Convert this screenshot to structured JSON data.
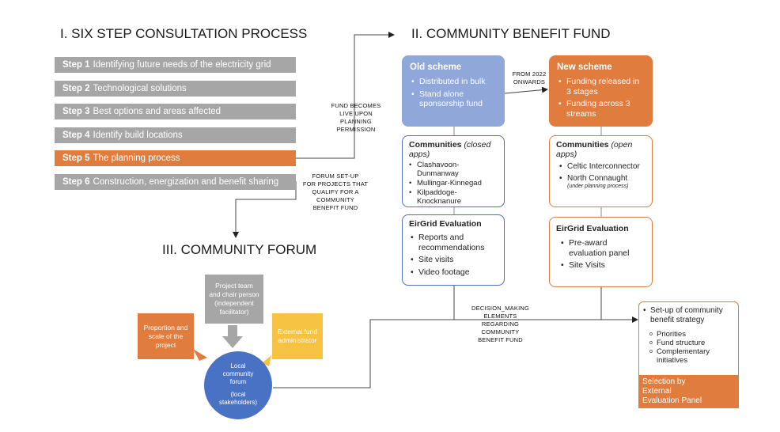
{
  "section1": {
    "title": "I. SIX STEP CONSULTATION PROCESS",
    "steps": [
      {
        "num": "Step 1",
        "text": "Identifying future needs of the electricity grid"
      },
      {
        "num": "Step 2",
        "text": "Technological solutions"
      },
      {
        "num": "Step 3",
        "text": "Best options and areas affected"
      },
      {
        "num": "Step 4",
        "text": "Identify build locations"
      },
      {
        "num": "Step 5",
        "text": "The planning process"
      },
      {
        "num": "Step 6",
        "text": "Construction, energization and benefit sharing"
      }
    ],
    "note_fund_live": [
      "FUND BECOMES",
      "LIVE UPON",
      "PLANNING",
      "PERMISSION"
    ],
    "note_forum": [
      "FORUM  SET-UP",
      "FOR PROJECTS THAT",
      "QUALIFY  FOR A",
      "COMMUNITY",
      "BENEFIT FUND"
    ]
  },
  "section2": {
    "title": "II. COMMUNITY BENEFIT FUND",
    "transition_note": [
      "FROM 2022",
      "ONWARDS"
    ],
    "old_scheme": {
      "title": "Old scheme",
      "items": [
        "Distributed in bulk",
        "Stand alone sponsorship fund"
      ]
    },
    "new_scheme": {
      "title": "New scheme",
      "items": [
        "Funding released in 3 stages",
        "Funding across 3 streams"
      ]
    },
    "old_communities": {
      "title": "Communities",
      "qualifier": "(closed apps)",
      "items": [
        "Clashavoon-Dunmanway",
        "Mullingar-Kinnegad",
        "Kilpaddoge-Knocknanure"
      ]
    },
    "new_communities": {
      "title": "Communities",
      "qualifier": "(open apps)",
      "items": [
        "Celtic Interconnector",
        "North Connaught"
      ],
      "sub_note": "(under planning process)"
    },
    "old_evaluation": {
      "title": "EirGrid Evaluation",
      "items": [
        "Reports and recommendations",
        "Site visits",
        "Video footage"
      ]
    },
    "new_evaluation": {
      "title": "EirGrid Evaluation",
      "items": [
        "Pre-award evaluation panel",
        "Site Visits"
      ]
    },
    "decision_note": [
      "DECISION_MAKING",
      "ELEMENTS",
      "REGARDING",
      "COMMUNITY",
      "BENEFIT FUND"
    ],
    "strategy": {
      "title": "Set-up of community benefit strategy",
      "items": [
        "Priorities",
        "Fund structure",
        "Complementary initiatives"
      ],
      "footer": [
        "Selection by",
        "External",
        "Evaluation Panel"
      ]
    }
  },
  "section3": {
    "title": "III. COMMUNITY FORUM",
    "project_team": [
      "Project team",
      "and chair person",
      "(independent",
      "facilitator)"
    ],
    "proportion": [
      "Proportion and",
      "scale of the",
      "project"
    ],
    "external_admin": [
      "External fund",
      "administrator"
    ],
    "local_forum": [
      "Local",
      "community",
      "forum",
      "",
      "(local",
      "stakeholders)"
    ]
  },
  "colors": {
    "grey": "#a6a6a6",
    "orange": "#e07c3e",
    "blue_fill": "#8fa7d9",
    "blue_border": "#4f6fbf",
    "yellow": "#f5c242",
    "circle_blue": "#4a72c4"
  }
}
